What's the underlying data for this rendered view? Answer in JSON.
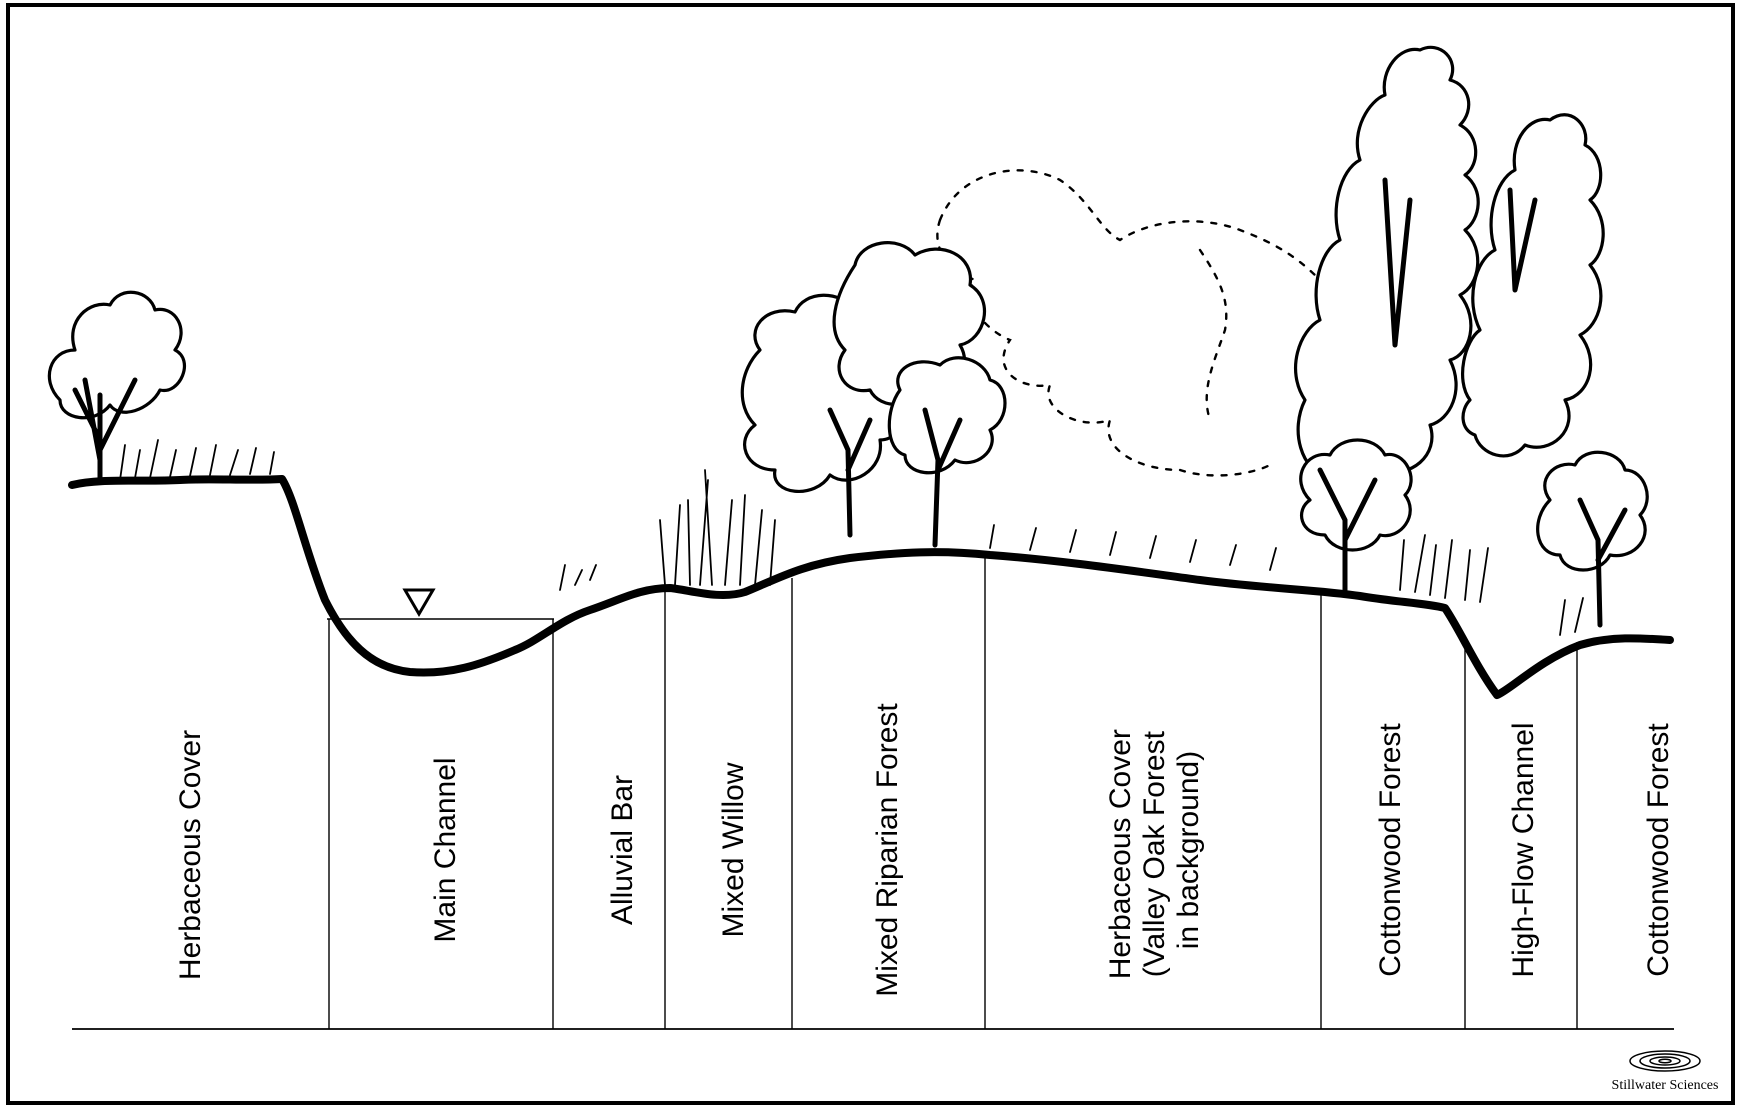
{
  "zones": [
    {
      "id": "herbaceous-cover-left",
      "lines": [
        "Herbaceous Cover"
      ]
    },
    {
      "id": "main-channel",
      "lines": [
        "Main Channel"
      ]
    },
    {
      "id": "alluvial-bar",
      "lines": [
        "Alluvial Bar"
      ]
    },
    {
      "id": "mixed-willow",
      "lines": [
        "Mixed Willow"
      ]
    },
    {
      "id": "mixed-riparian-forest",
      "lines": [
        "Mixed Riparian Forest"
      ]
    },
    {
      "id": "herbaceous-cover-center",
      "lines": [
        "Herbaceous Cover",
        "(Valley Oak Forest",
        "in background)"
      ]
    },
    {
      "id": "cottonwood-forest-1",
      "lines": [
        "Cottonwood Forest"
      ]
    },
    {
      "id": "high-flow-channel",
      "lines": [
        "High-Flow Channel"
      ]
    },
    {
      "id": "cottonwood-forest-2",
      "lines": [
        "Cottonwood Forest"
      ]
    }
  ],
  "logo": {
    "text": "Stillwater Sciences",
    "icon": "ripple-icon"
  },
  "water_surface_icon": "water-surface-triangle-icon"
}
